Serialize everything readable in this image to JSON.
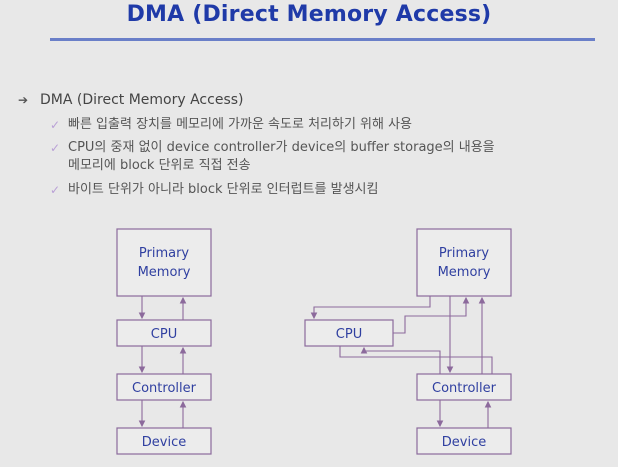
{
  "title": "DMA (Direct Memory Access)",
  "main_bullet": "DMA (Direct Memory Access)",
  "sub_bullets": [
    {
      "lines": [
        "빠른 입출력 장치를 메모리에 가까운 속도로 처리하기 위해 사용"
      ]
    },
    {
      "lines": [
        "CPU의 중재 없이 device controller가 device의 buffer storage의 내용을",
        "메모리에 block 단위로 직접 전송"
      ]
    },
    {
      "lines": [
        "바이트 단위가 아니라 block 단위로 인터럽트를 발생시킴"
      ]
    }
  ],
  "diagram_left": {
    "primary_memory": "Primary Memory",
    "primary_memory_l1": "Primary",
    "primary_memory_l2": "Memory",
    "cpu": "CPU",
    "controller": "Controller",
    "device": "Device"
  },
  "diagram_right": {
    "primary_memory_l1": "Primary",
    "primary_memory_l2": "Memory",
    "cpu": "CPU",
    "controller": "Controller",
    "device": "Device"
  }
}
